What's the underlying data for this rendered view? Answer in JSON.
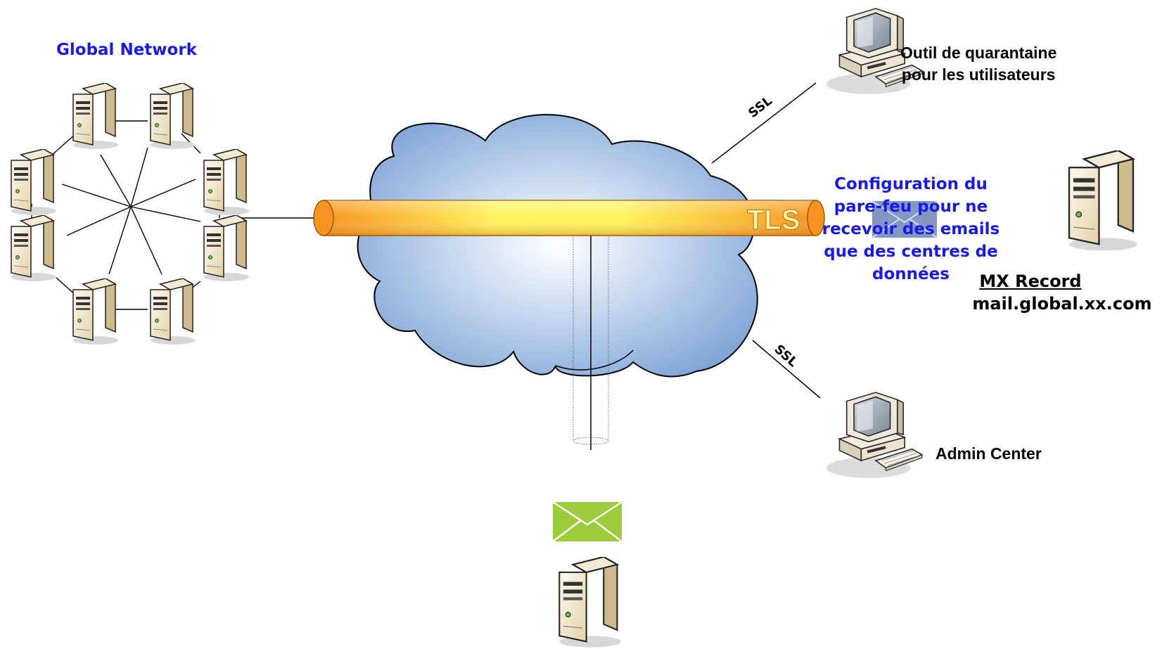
{
  "global_network": {
    "title": "Global Network"
  },
  "tunnel": {
    "label": "TLS"
  },
  "links": {
    "ssl_upper": "SSL",
    "ssl_lower": "SSL"
  },
  "quarantine": {
    "line1": "Outil de quarantaine",
    "line2": "pour les utilisateurs"
  },
  "firewall_note": {
    "line1": "Configuration du",
    "line2": "pare-feu pour ne",
    "line3": "recevoir des emails",
    "line4": "que des centres de",
    "line5": "données"
  },
  "mx": {
    "title": "MX Record",
    "host": "mail.global.xx.com"
  },
  "admin": {
    "label": "Admin Center"
  },
  "colors": {
    "label_blue": "#1a1ae6",
    "cloud_blue": "#8fb1db",
    "tunnel_orange": "#f7931e",
    "tunnel_yellow": "#fff35c",
    "envelope_green": "#9ccc3c",
    "server_beige": "#eadfc0"
  },
  "icons": [
    "server-icon",
    "computer-icon",
    "cloud-icon",
    "envelope-icon",
    "tls-tunnel-icon"
  ]
}
